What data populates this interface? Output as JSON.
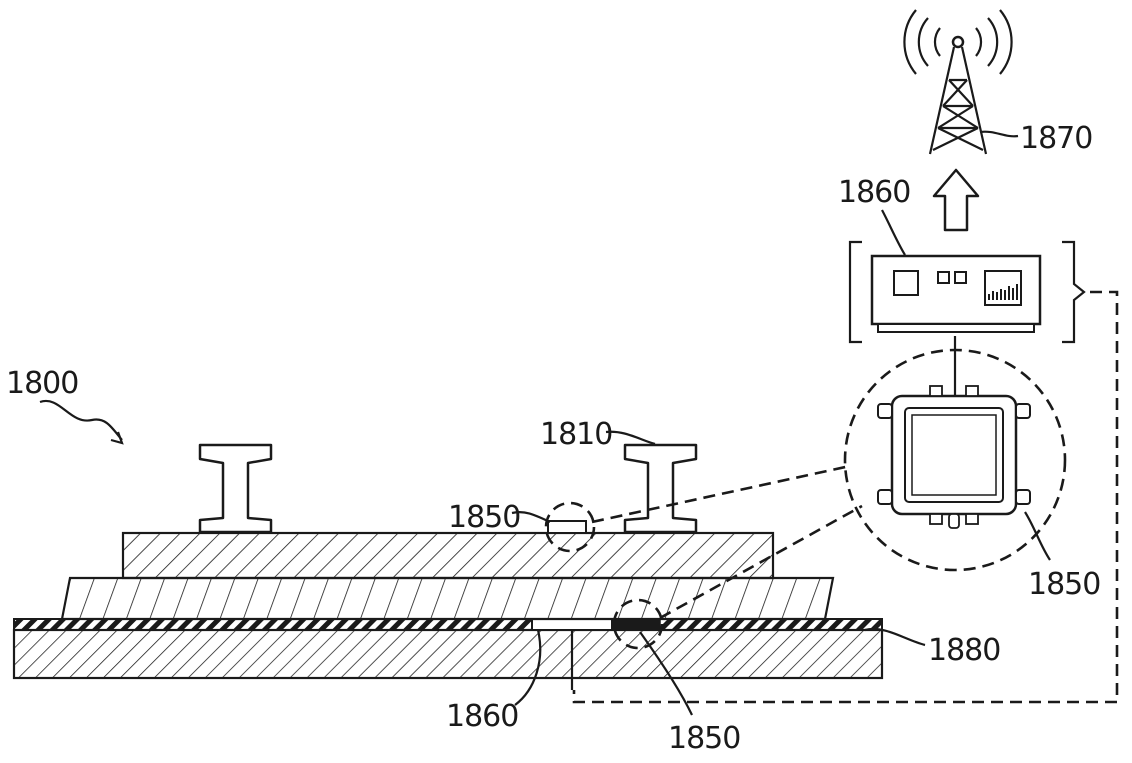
{
  "figure": {
    "labels": {
      "system": "1800",
      "rail": "1810",
      "sensor_top": "1850",
      "sensor_right": "1850",
      "sensor_bottom": "1850",
      "gateway_top": "1860",
      "gateway_bottom": "1860",
      "tower": "1870",
      "layer": "1880"
    }
  }
}
